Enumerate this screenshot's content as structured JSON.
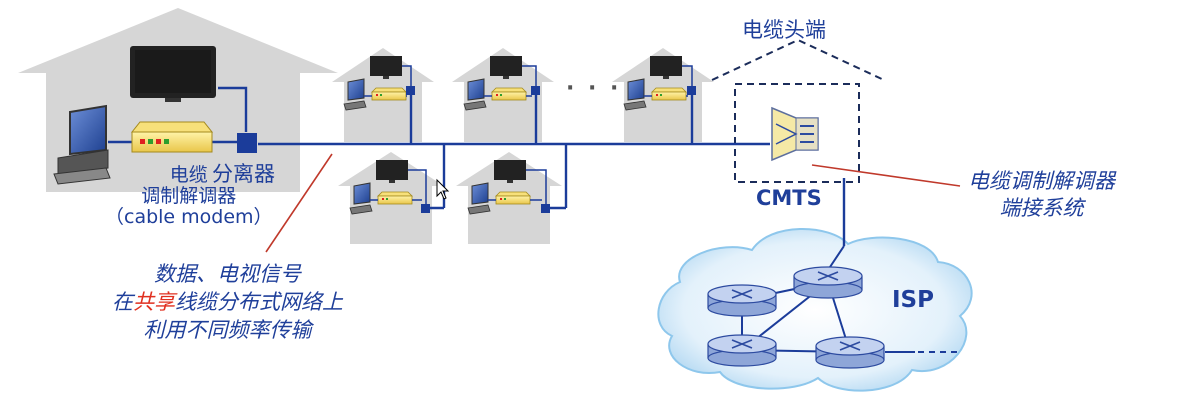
{
  "labels": {
    "cable_modem_line1": "电缆",
    "cable_modem_line2": "调制解调器",
    "cable_modem_line3": "（cable modem）",
    "splitter": "分离器",
    "headend": "电缆头端",
    "cmts": "CMTS",
    "isp": "ISP",
    "cmts_desc_line1": "电缆调制解调器",
    "cmts_desc_line2": "端接系统",
    "ellipsis": "· · ·"
  },
  "note": {
    "line1": "数据、电视信号",
    "line2_prefix": "在",
    "line2_highlight": "共享",
    "line2_suffix": "线缆分布式网络上",
    "line3": "利用不同频率传输"
  },
  "colors": {
    "cable": "#1b3c9a",
    "house": "#d6d6d6",
    "text": "#1f3f9a",
    "highlight": "#e03020",
    "annotation_line": "#c0392b",
    "cloud": "#bfe0f5",
    "router": "#b7c8ea"
  }
}
